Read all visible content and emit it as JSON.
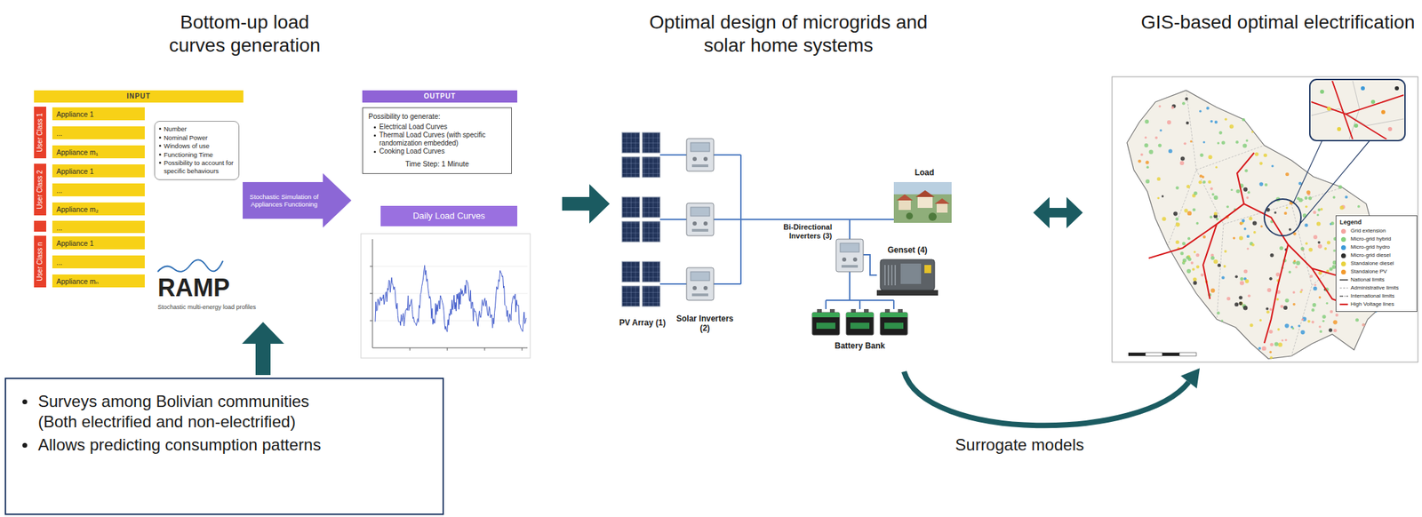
{
  "diagram": {
    "nodes": [
      {
        "text": [
          "Bottom-up load curves generation"
        ]
      },
      {
        "text": [
          "INPUT"
        ],
        "in": 0
      },
      {
        "text": [
          "User Class 1"
        ],
        "in": 0
      },
      {
        "text": [
          "Appliance 1"
        ],
        "in": 0
      },
      {
        "text": [
          "..."
        ],
        "in": 0
      },
      {
        "text": [
          "Appliance m₁"
        ],
        "in": 0
      },
      {
        "text": [
          "User Class 2"
        ],
        "in": 0
      },
      {
        "text": [
          "Appliance 1"
        ],
        "in": 0
      },
      {
        "text": [
          "..."
        ],
        "in": 0
      },
      {
        "text": [
          "Appliance m₂"
        ],
        "in": 0
      },
      {
        "text": [
          "..."
        ],
        "in": 0
      },
      {
        "text": [
          "User Class n"
        ],
        "in": 0
      },
      {
        "text": [
          "Appliance 1"
        ],
        "in": 0
      },
      {
        "text": [
          "..."
        ],
        "in": 0
      },
      {
        "text": [
          "Appliance mₙ"
        ],
        "in": 0
      },
      {
        "text": [
          "Number",
          "Nominal Power",
          "Windows of use",
          "Functioning Time",
          "Possibility to account for specific behaviours"
        ],
        "in": 0
      },
      {
        "text": [
          "Stochastic Simulation of Appliances Functioning"
        ],
        "in": 0
      },
      {
        "text": [
          "OUTPUT"
        ],
        "in": 0
      },
      {
        "text": [
          "Possibility to generate:",
          "Electrical Load Curves",
          "Thermal Load Curves (with specific randomization embedded)",
          "Cooking Load Curves",
          "Time Step: 1 Minute"
        ],
        "in": 0
      },
      {
        "text": [
          "Daily Load Curves"
        ],
        "in": 0
      },
      {
        "text": [
          "Surveys among Bolivian communities (Both electrified and non-electrified)",
          "Allows predicting consumption patterns"
        ]
      },
      {
        "text": [
          "Optimal design of microgrids and solar home systems"
        ]
      },
      {
        "text": [
          "GIS-based optimal electrification"
        ]
      }
    ],
    "edges": [
      {
        "from": 20,
        "to": 0,
        "arrow": "to"
      },
      {
        "from": 0,
        "to": 21,
        "arrow": "to"
      },
      {
        "from": 21,
        "to": 22,
        "arrow": "both"
      },
      {
        "from": 21,
        "to": 22,
        "label": "Surrogate models",
        "arrow": "to"
      }
    ],
    "labels": [
      "RAMP",
      "Stochastic multi-energy load profiles",
      "PV Array (1)",
      "Solar Inverters (2)",
      "Bi-Directional Inverters (3)",
      "Load",
      "Genset (4)",
      "Battery Bank",
      "Legend"
    ],
    "legend": [
      {
        "text": "Grid extension",
        "color": "#f4a3a0"
      },
      {
        "text": "Micro-grid hybrid",
        "color": "#86cf7e"
      },
      {
        "text": "Micro-grid hydro",
        "color": "#3d9ad9"
      },
      {
        "text": "Micro-grid diesel",
        "color": "#2e2e2e"
      },
      {
        "text": "Standalone diesel",
        "color": "#e8d23f"
      },
      {
        "text": "Standalone PV",
        "color": "#f29a2e"
      },
      {
        "text": "National limits"
      },
      {
        "text": "Administrative limits"
      },
      {
        "text": "International limits"
      },
      {
        "text": "High Voltage lines"
      }
    ]
  }
}
